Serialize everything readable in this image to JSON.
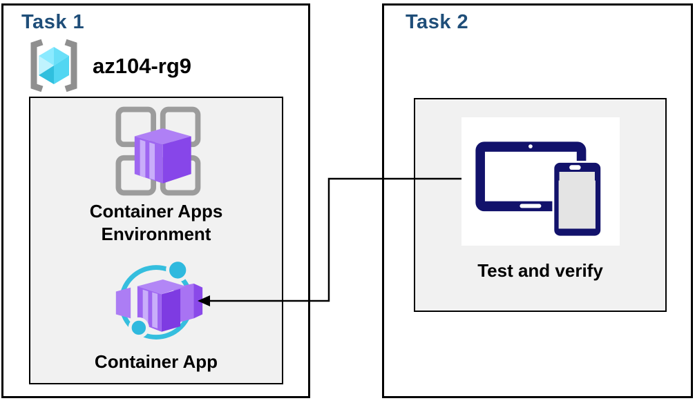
{
  "task1": {
    "title": "Task 1",
    "resource_group": {
      "name": "az104-rg9",
      "icon": "resource-group-icon"
    },
    "environment": {
      "label": "Container Apps Environment",
      "icon": "container-apps-environment-icon"
    },
    "container_app": {
      "label": "Container App",
      "icon": "container-app-icon"
    }
  },
  "task2": {
    "title": "Task 2",
    "test": {
      "label": "Test and verify",
      "icon": "devices-icon"
    }
  },
  "connector": {
    "from": "test-and-verify-icon",
    "to": "container-app-icon",
    "type": "elbow-arrow"
  },
  "colors": {
    "task_title": "#1F4E79",
    "panel_fill": "#F1F1F1",
    "border": "#000000",
    "accent_cyan": "#35BEDE",
    "accent_purple": "#8B54EC",
    "device_navy": "#12126B"
  }
}
